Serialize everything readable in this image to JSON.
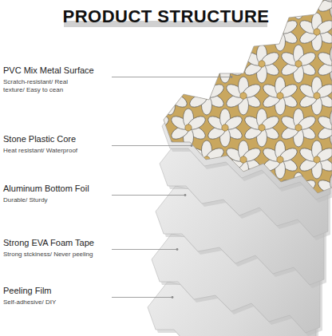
{
  "diagram": {
    "title": "PRODUCT STRUCTURE",
    "labels": [
      "PVC Mix Metal Surface",
      "Scratch-resistant/ Real texture/ Easy to cean",
      "Stone Plastic Core",
      "Heat resistant/ Waterproof",
      "Aluminum Bottom Foil",
      "Durable/ Sturdy",
      "Strong EVA Foam Tape",
      "Strong stckiness/ Never peeling",
      "Peeling Film",
      "Self-adhesive/ DIY"
    ]
  }
}
